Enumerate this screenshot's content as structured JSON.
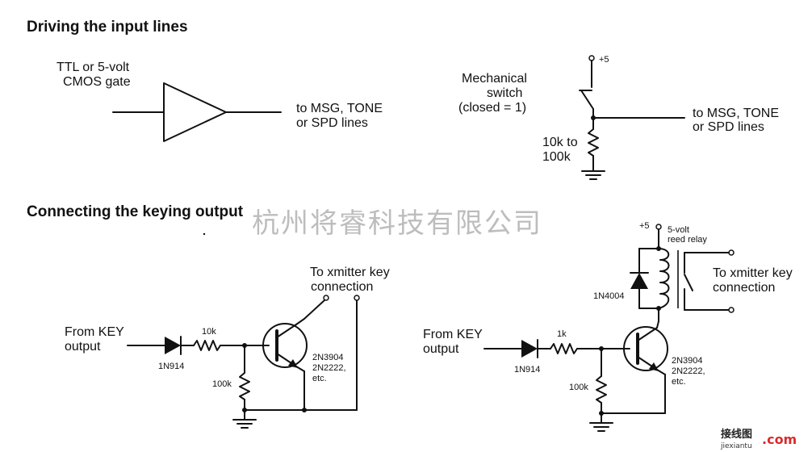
{
  "headings": {
    "input": "Driving the input lines",
    "keying": "Connecting the keying output"
  },
  "watermark": "杭州将睿科技有限公司",
  "gate": {
    "label_line1": "TTL or 5-volt",
    "label_line2": "CMOS gate",
    "output_line1": "to MSG, TONE",
    "output_line2": "or SPD lines"
  },
  "switch_circuit": {
    "supply": "+5",
    "label_line1": "Mechanical",
    "label_line2": "switch",
    "label_line3": "(closed = 1)",
    "resistor_line1": "10k to",
    "resistor_line2": "100k",
    "output_line1": "to MSG, TONE",
    "output_line2": "or SPD lines"
  },
  "key_left": {
    "input_line1": "From KEY",
    "input_line2": "output",
    "diode": "1N914",
    "resistor_series": "10k",
    "resistor_base": "100k",
    "transistor_line1": "2N3904",
    "transistor_line2": "2N2222,",
    "transistor_line3": "etc.",
    "output_line1": "To xmitter key",
    "output_line2": "connection"
  },
  "key_right": {
    "supply": "+5",
    "relay_line1": "5-volt",
    "relay_line2": "reed relay",
    "clamp_diode": "1N4004",
    "input_line1": "From KEY",
    "input_line2": "output",
    "diode": "1N914",
    "resistor_series": "1k",
    "resistor_base": "100k",
    "transistor_line1": "2N3904",
    "transistor_line2": "2N2222,",
    "transistor_line3": "etc.",
    "output_line1": "To xmitter key",
    "output_line2": "connection"
  },
  "logo": {
    "brand": "接线图",
    "domain": "jiexiantu",
    "suffix": ".com"
  }
}
